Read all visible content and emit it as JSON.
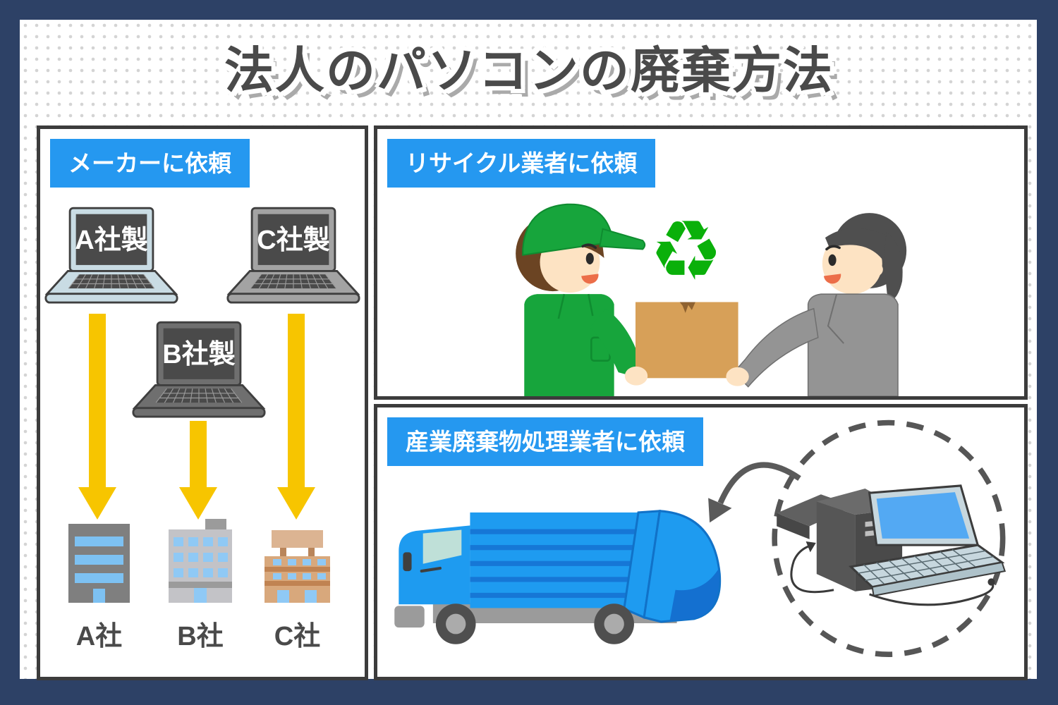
{
  "title": "法人のパソコンの廃棄方法",
  "sections": {
    "maker": {
      "header": "メーカーに依頼",
      "laptops": [
        {
          "label": "A社製"
        },
        {
          "label": "B社製"
        },
        {
          "label": "C社製"
        }
      ],
      "companies": [
        {
          "label": "A社"
        },
        {
          "label": "B社"
        },
        {
          "label": "C社"
        }
      ]
    },
    "recycler": {
      "header": "リサイクル業者に依頼",
      "recycle_glyph": "♻",
      "icons": [
        "green-cap-worker-icon",
        "recycle-icon",
        "cardboard-box-icon",
        "businessman-icon"
      ]
    },
    "industrial": {
      "header": "産業廃棄物処理業者に依頼",
      "icons": [
        "garbage-truck-icon",
        "curved-arrow-icon",
        "dashed-circle-icon",
        "printer-icon",
        "desktop-tower-icon",
        "laptop-icon"
      ]
    }
  },
  "colors": {
    "frame_navy": "#2d4166",
    "header_blue": "#2598f0",
    "arrow_yellow": "#f7c500",
    "worker_green": "#17a53c",
    "recycle_green": "#0ab00a",
    "truck_blue": "#1e9bf0",
    "box_brown": "#d7a058",
    "line_dark": "#3c3c3c"
  }
}
